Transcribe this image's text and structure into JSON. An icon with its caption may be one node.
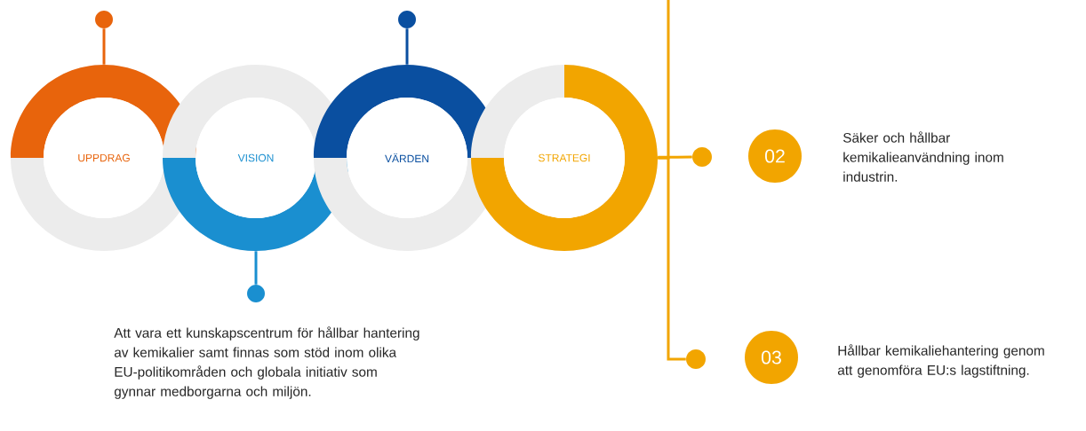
{
  "diagram": {
    "nodes": [
      {
        "text": [
          "UPPDRAG"
        ]
      },
      {
        "text": [
          "VISION"
        ]
      },
      {
        "text": [
          "VÄRDEN"
        ]
      },
      {
        "text": [
          "STRATEGI"
        ]
      },
      {
        "text": [],
        "shape": "circle"
      },
      {
        "text": [],
        "shape": "circle"
      },
      {
        "text": [],
        "shape": "circle",
        "beside": [
          "Att vara ett kunskapscentrum för hållbar hantering av kemikalier samt finnas som stöd inom olika EU-politikområden och globala initiativ som gynnar medborgarna och miljön."
        ]
      },
      {
        "text": [],
        "shape": "circle"
      },
      {
        "text": [
          "02"
        ],
        "beside": [
          "Säker och hållbar kemikalieanvändning inom industrin."
        ]
      },
      {
        "text": [],
        "shape": "circle"
      },
      {
        "text": [
          "03"
        ],
        "beside": [
          "Hållbar kemikaliehantering genom att genomföra EU:s lagstiftning."
        ]
      }
    ],
    "edges": [
      {
        "from": 4,
        "to": 0,
        "arrow": "none",
        "color": "#e8640c"
      },
      {
        "from": 5,
        "to": 2,
        "arrow": "none",
        "color": "#0a4fa0"
      },
      {
        "from": 1,
        "to": 6,
        "arrow": "none",
        "color": "#1a8fd0"
      },
      {
        "from": 3,
        "to": 7,
        "arrow": "none"
      },
      {
        "from": 3,
        "to": 9,
        "arrow": "none"
      },
      {
        "from": 3,
        "to": null,
        "arrow": "none"
      }
    ]
  }
}
